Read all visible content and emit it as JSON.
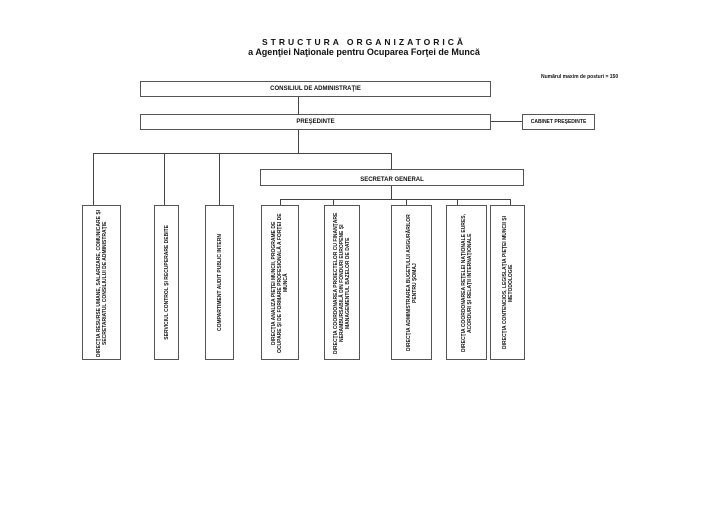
{
  "title": "STRUCTURA ORGANIZATORICĂ",
  "subtitle": "a Agenţiei Naţionale pentru Ocuparea Forţei de Muncă",
  "posts_note": "Numărul maxim de posturi = 150",
  "nodes": {
    "council": "CONSILIUL DE ADMINISTRAŢIE",
    "president": "PREŞEDINTE",
    "cabinet": "CABINET PREŞEDINTE",
    "secretary": "SECRETAR GENERAL"
  },
  "departments": [
    "DIRECŢIA RESURSE UMANE, SALARIZARE, COMUNICARE ŞI SECRETARIATUL CONSILIULUI DE ADMINISTRAŢIE",
    "SERVICIUL CONTROL ŞI RECUPERARE DEBITE",
    "COMPARTIMENT AUDIT PUBLIC INTERN",
    "DIRECŢIA ANALIZA PIEŢEI MUNCII, PROGRAME DE OCUPARE ŞI DE FORMARE PROFESIONALĂ A FORŢEI DE MUNCĂ",
    "DIRECŢIA COORDONAREA PROIECTELOR CU FINANŢARE NERAMBURSABILĂ DIN FONDURI EUROPENE ŞI MANAGEMENTUL BAZELOR DE DATE",
    "DIRECŢIA ADMINISTRAREA BUGETULUI ASIGURĂRILOR PENTRU ŞOMAJ",
    "DIRECŢIA COORDONAREA REŢELEI NAŢIONALE EURES, ACORDURI ŞI RELAŢII INTERNAŢIONALE",
    "DIRECŢIA CONTENCIOS, LEGISLAŢIA PIEŢEI MUNCII ŞI METODOLOGIE"
  ]
}
